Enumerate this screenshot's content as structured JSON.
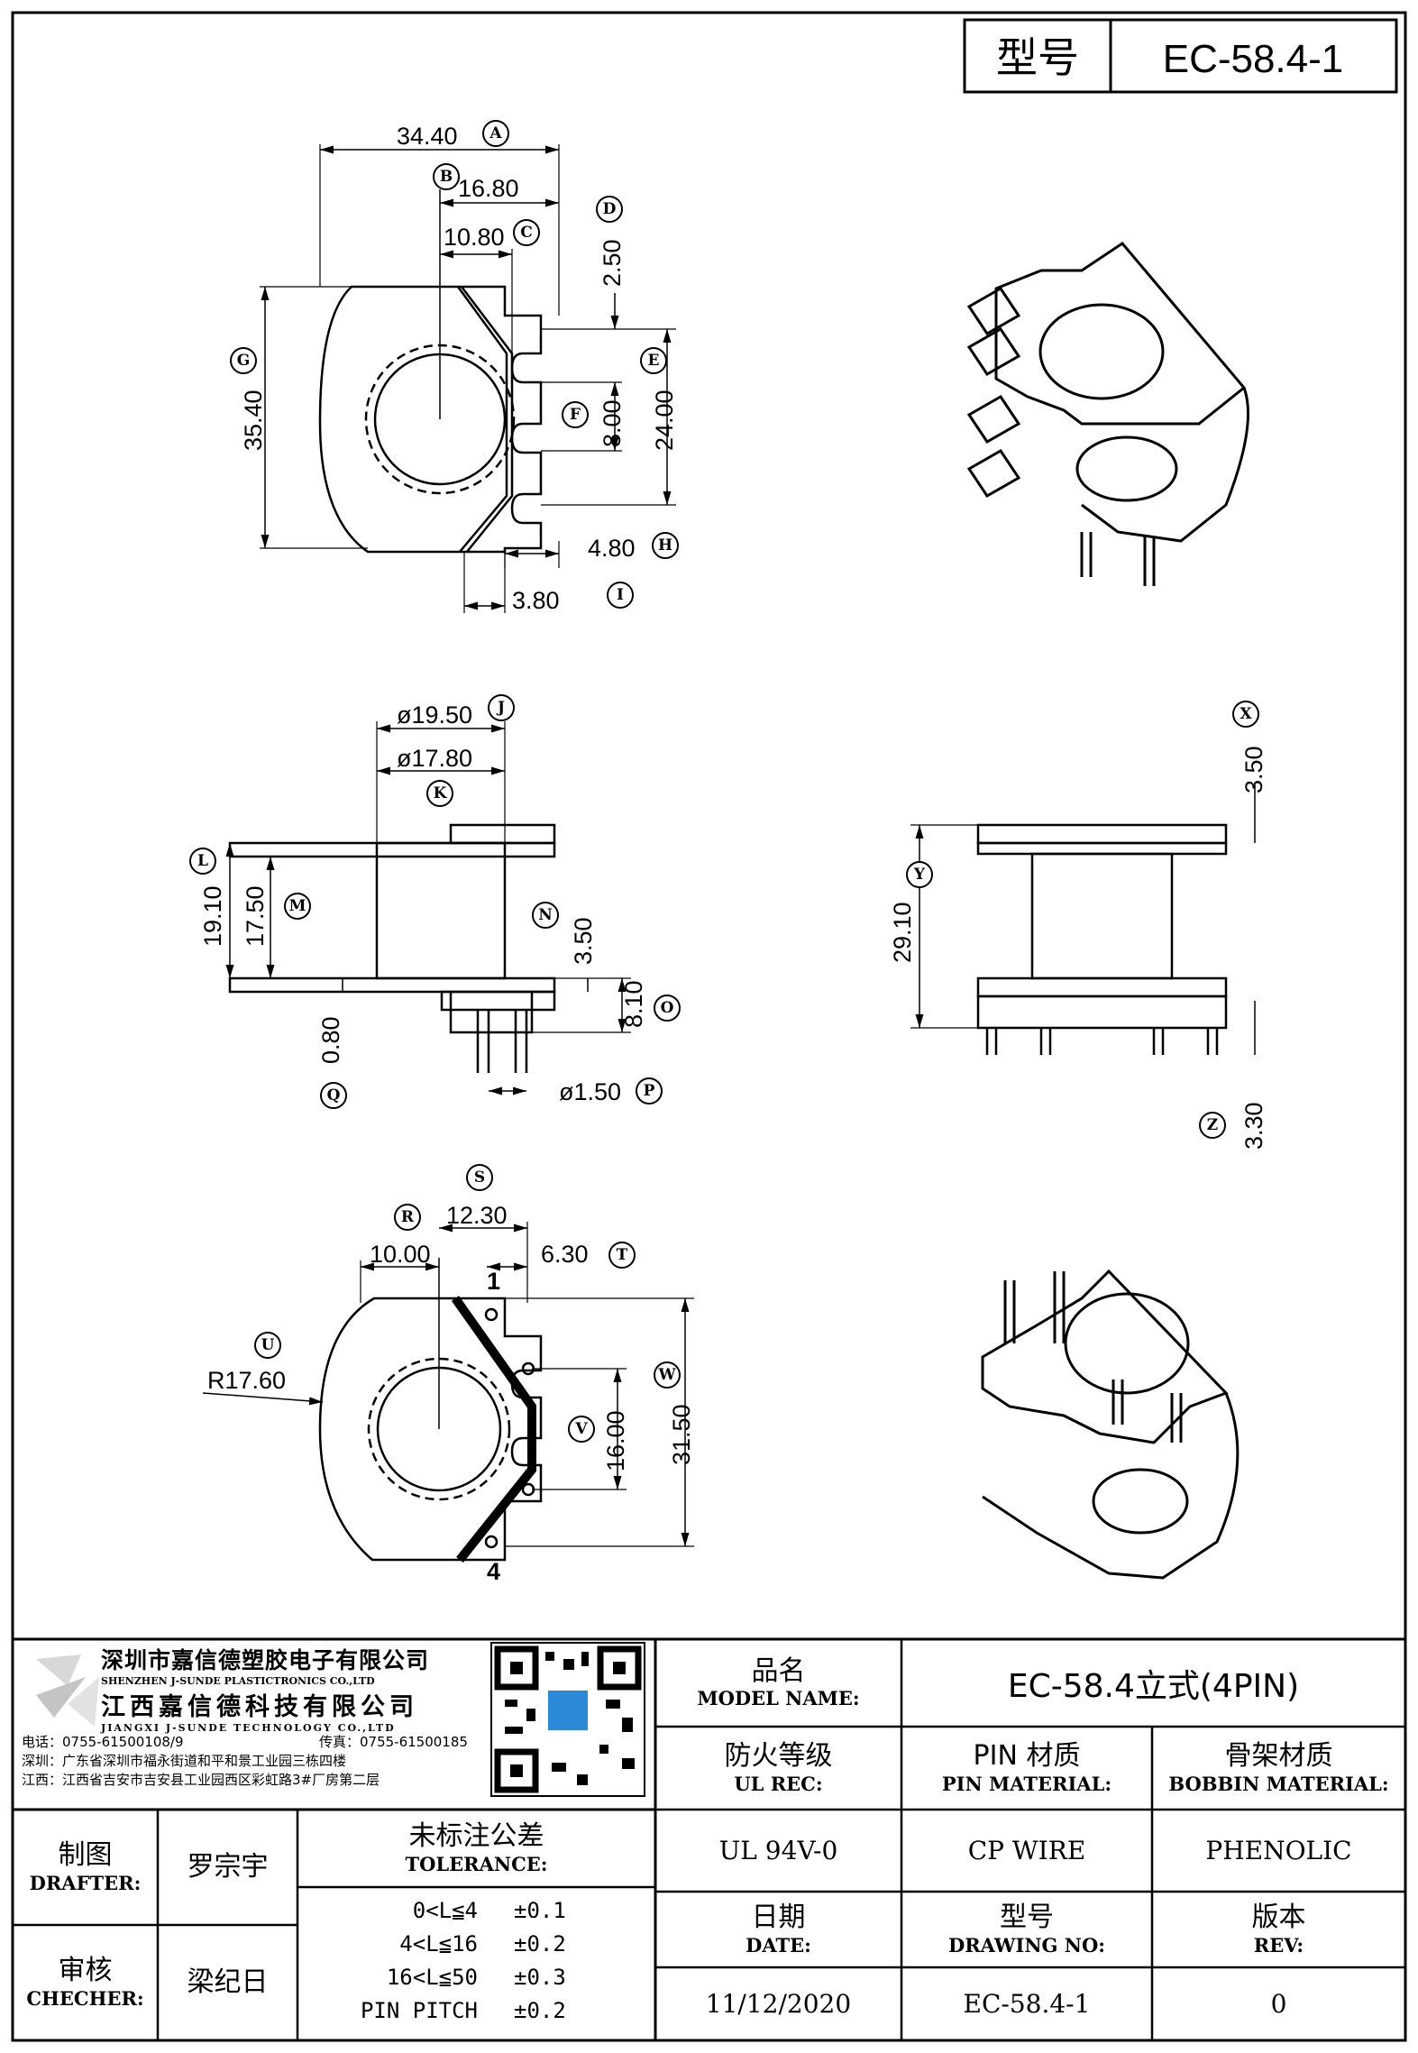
{
  "title_block": {
    "label": "型号",
    "value": "EC-58.4-1"
  },
  "dimensions": {
    "A": {
      "value": "34.40",
      "letter": "A"
    },
    "B": {
      "value": "16.80",
      "letter": "B"
    },
    "C": {
      "value": "10.80",
      "letter": "C"
    },
    "D": {
      "value": "2.50",
      "letter": "D"
    },
    "E": {
      "value": "24.00",
      "letter": "E"
    },
    "F": {
      "value": "8.00",
      "letter": "F"
    },
    "G": {
      "value": "35.40",
      "letter": "G"
    },
    "H": {
      "value": "4.80",
      "letter": "H"
    },
    "I": {
      "value": "3.80",
      "letter": "I"
    },
    "J": {
      "value": "ø19.50",
      "letter": "J"
    },
    "K": {
      "value": "ø17.80",
      "letter": "K"
    },
    "L": {
      "value": "19.10",
      "letter": "L"
    },
    "M": {
      "value": "17.50",
      "letter": "M"
    },
    "N": {
      "value": "3.50",
      "letter": "N"
    },
    "O": {
      "value": "8.10",
      "letter": "O"
    },
    "P": {
      "value": "ø1.50",
      "letter": "P"
    },
    "Q": {
      "value": "0.80",
      "letter": "Q"
    },
    "R": {
      "value": "10.00",
      "letter": "R"
    },
    "S": {
      "value": "12.30",
      "letter": "S"
    },
    "T": {
      "value": "6.30",
      "letter": "T"
    },
    "U": {
      "value": "R17.60",
      "letter": "U"
    },
    "V": {
      "value": "16.00",
      "letter": "V"
    },
    "W": {
      "value": "31.50",
      "letter": "W"
    },
    "X": {
      "value": "3.50",
      "letter": "X"
    },
    "Y": {
      "value": "29.10",
      "letter": "Y"
    },
    "Z": {
      "value": "3.30",
      "letter": "Z"
    }
  },
  "pin_labels": {
    "first": "1",
    "last": "4"
  },
  "company": {
    "name_cn": "深圳市嘉信德塑胶电子有限公司",
    "name_en": "SHENZHEN J-SUNDE PLASTICTRONICS CO.,LTD",
    "name2_cn": "江西嘉信德科技有限公司",
    "name2_en": "JIANGXI J-SUNDE TECHNOLOGY CO.,LTD",
    "phone": "电话：0755-61500108/9",
    "fax": "传真：0755-61500185",
    "addr_sz": "深圳：广东省深圳市福永街道和平和景工业园三栋四楼",
    "addr_jx": "江西：江西省吉安市吉安县工业园西区彩虹路3#厂房第二层"
  },
  "table": {
    "model_name_cn": "品名",
    "model_name_en": "MODEL NAME:",
    "model_name_val": "EC-58.4立式(4PIN)",
    "ul_cn": "防火等级",
    "ul_en": "UL REC:",
    "ul_val": "UL 94V-0",
    "pin_cn": "PIN 材质",
    "pin_en": "PIN MATERIAL:",
    "pin_val": "CP WIRE",
    "bobbin_cn": "骨架材质",
    "bobbin_en": "BOBBIN MATERIAL:",
    "bobbin_val": "PHENOLIC",
    "date_cn": "日期",
    "date_en": "DATE:",
    "date_val": "11/12/2020",
    "drawing_cn": "型号",
    "drawing_en": "DRAWING NO:",
    "drawing_val": "EC-58.4-1",
    "rev_cn": "版本",
    "rev_en": "REV:",
    "rev_val": "0",
    "drafter_cn": "制图",
    "drafter_en": "DRAFTER:",
    "drafter_val": "罗宗宇",
    "checker_cn": "审核",
    "checker_en": "CHECHER:",
    "checker_val": "梁纪日",
    "tol_cn": "未标注公差",
    "tol_en": "TOLERANCE:",
    "tol_rows": [
      {
        "range": "0<L≦4",
        "tol": "±0.1"
      },
      {
        "range": "4<L≦16",
        "tol": "±0.2"
      },
      {
        "range": "16<L≦50",
        "tol": "±0.3"
      },
      {
        "range": "PIN PITCH",
        "tol": "±0.2"
      }
    ]
  }
}
